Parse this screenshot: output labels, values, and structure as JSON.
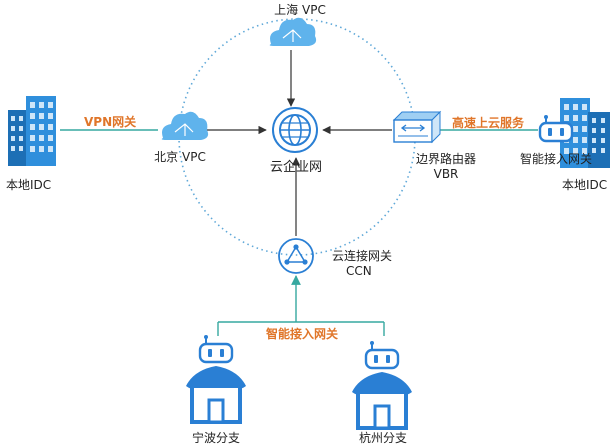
{
  "nodes": {
    "shanghai_vpc": "上海 VPC",
    "beijing_vpc": "北京 VPC",
    "cloud_enterprise_network": "云企业网",
    "border_router_name": "边界路由器",
    "border_router_code": "VBR",
    "smart_access_gateway_right": "智能接入网关",
    "local_idc_left": "本地IDC",
    "local_idc_right": "本地IDC",
    "ccn_name": "云连接网关",
    "ccn_code": "CCN",
    "branch_ningbo": "宁波分支",
    "branch_hangzhou": "杭州分支"
  },
  "links": {
    "vpn_gateway": "VPN网关",
    "express_connect": "高速上云服务",
    "smart_access_gateway": "智能接入网关"
  },
  "colors": {
    "building": "#2f8fdc",
    "building_dark": "#1d6fb5",
    "cloud": "#5fb3ec",
    "hub": "#2a7fd4",
    "accent_label": "#e0762a",
    "teal_line": "#36a8a0",
    "dotted_ring": "#5fa8d8",
    "arrow": "#333333"
  }
}
